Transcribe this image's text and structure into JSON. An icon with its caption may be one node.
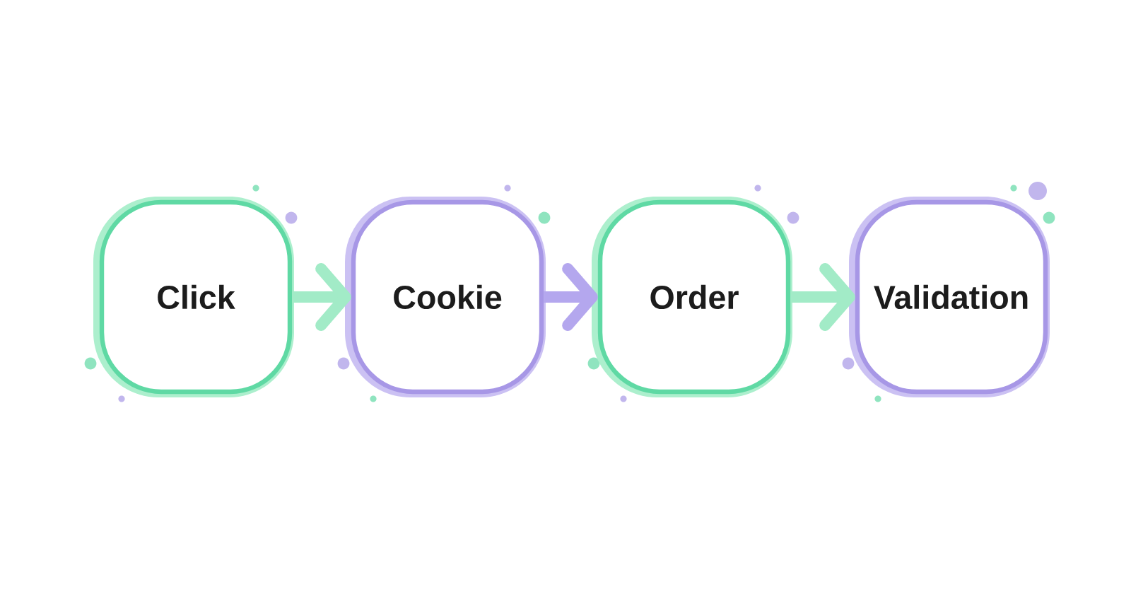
{
  "diagram": {
    "nodes": [
      {
        "text": [
          "Click"
        ]
      },
      {
        "text": [
          "Cookie"
        ]
      },
      {
        "text": [
          "Order"
        ]
      },
      {
        "text": [
          "Validation"
        ]
      }
    ],
    "edges": [
      {
        "from": 0,
        "to": 1,
        "arrow": "to"
      },
      {
        "from": 1,
        "to": 2,
        "arrow": "to",
        "color": "#b4a7ee"
      },
      {
        "from": 2,
        "to": 3,
        "arrow": "to"
      }
    ]
  }
}
